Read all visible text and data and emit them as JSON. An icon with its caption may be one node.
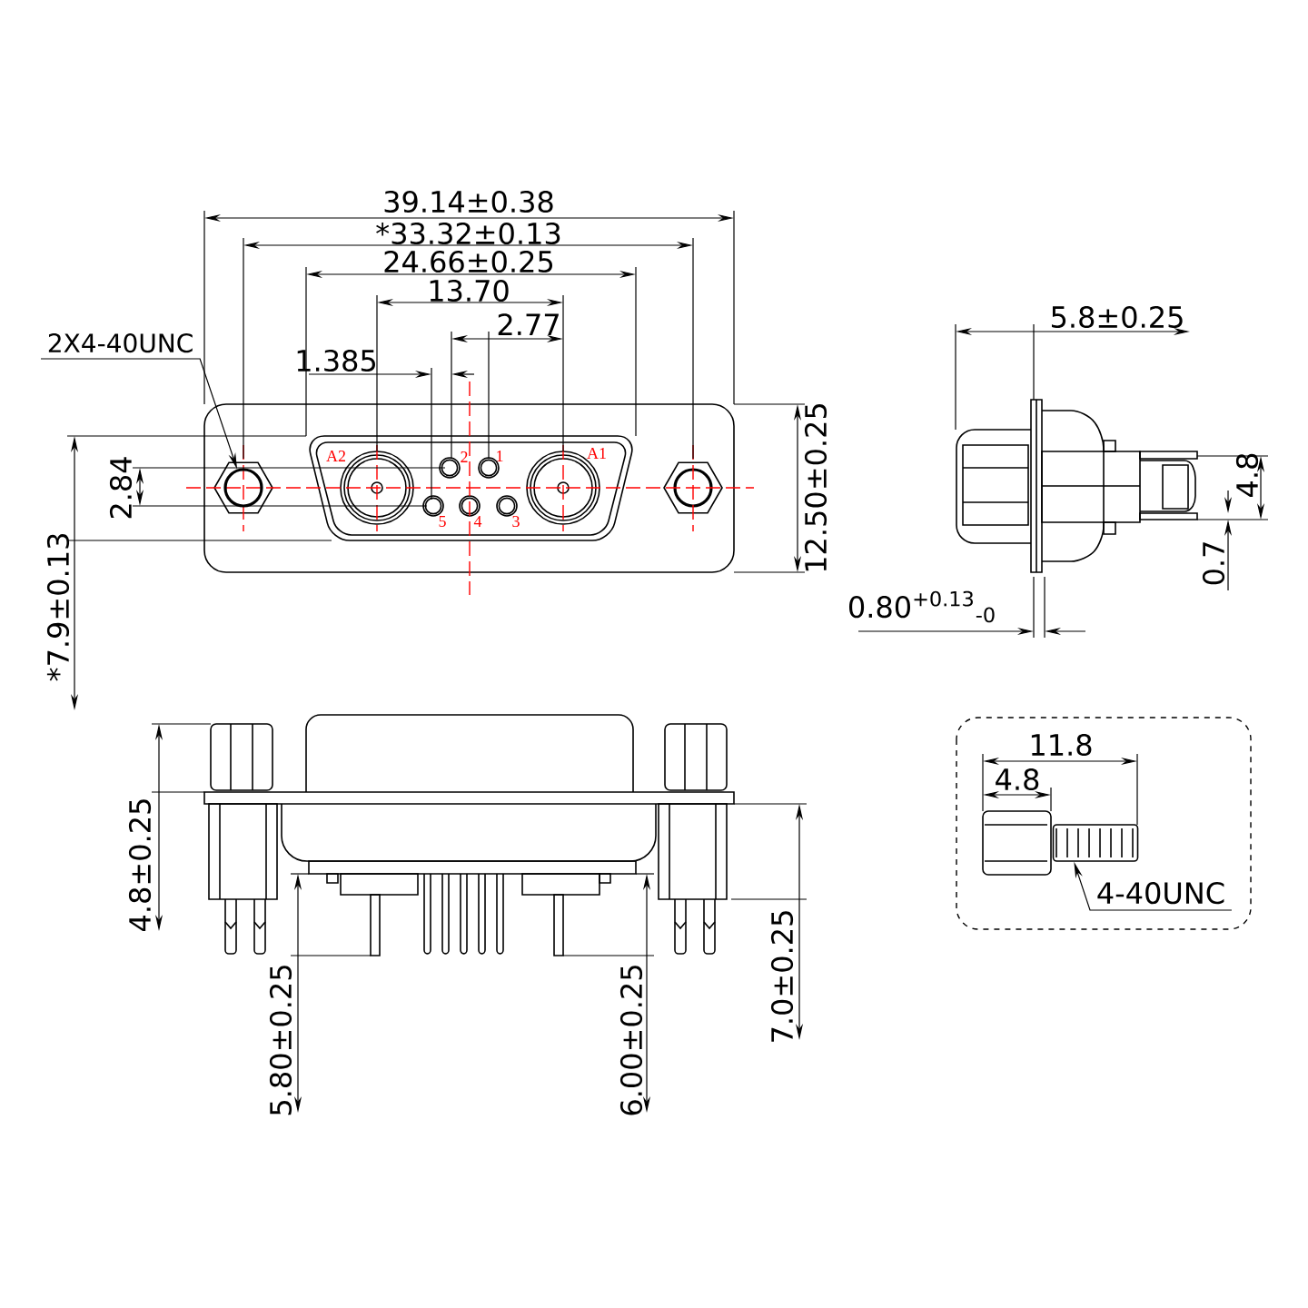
{
  "diagram": {
    "nodes": [
      {
        "text": [
          "2X4-40UNC"
        ]
      },
      {
        "text": [],
        "shape": "circle"
      },
      {
        "text": [
          "4-40UNC"
        ]
      },
      {
        "text": [],
        "shape": "bar"
      }
    ],
    "edges": [
      {
        "from": 0,
        "to": 1,
        "arrow": "to"
      },
      {
        "from": 2,
        "to": 3,
        "arrow": "to"
      }
    ],
    "labels": [
      "39.14±0.38",
      "*33.32±0.13",
      "24.66±0.25",
      "13.70",
      "2.77",
      "1.385",
      "A2",
      "2",
      "1",
      "A1",
      "5",
      "4",
      "3",
      "2.84",
      "12.50±0.25",
      "*7.9±0.13",
      "5.8±0.25",
      "4.8",
      "0.7",
      "0.80$^{+0.13}$$_{-0}$",
      "11.8",
      "4.8",
      "4.8±0.25",
      "7.0±0.25",
      "5.80±0.25",
      "6.00±0.25"
    ]
  }
}
